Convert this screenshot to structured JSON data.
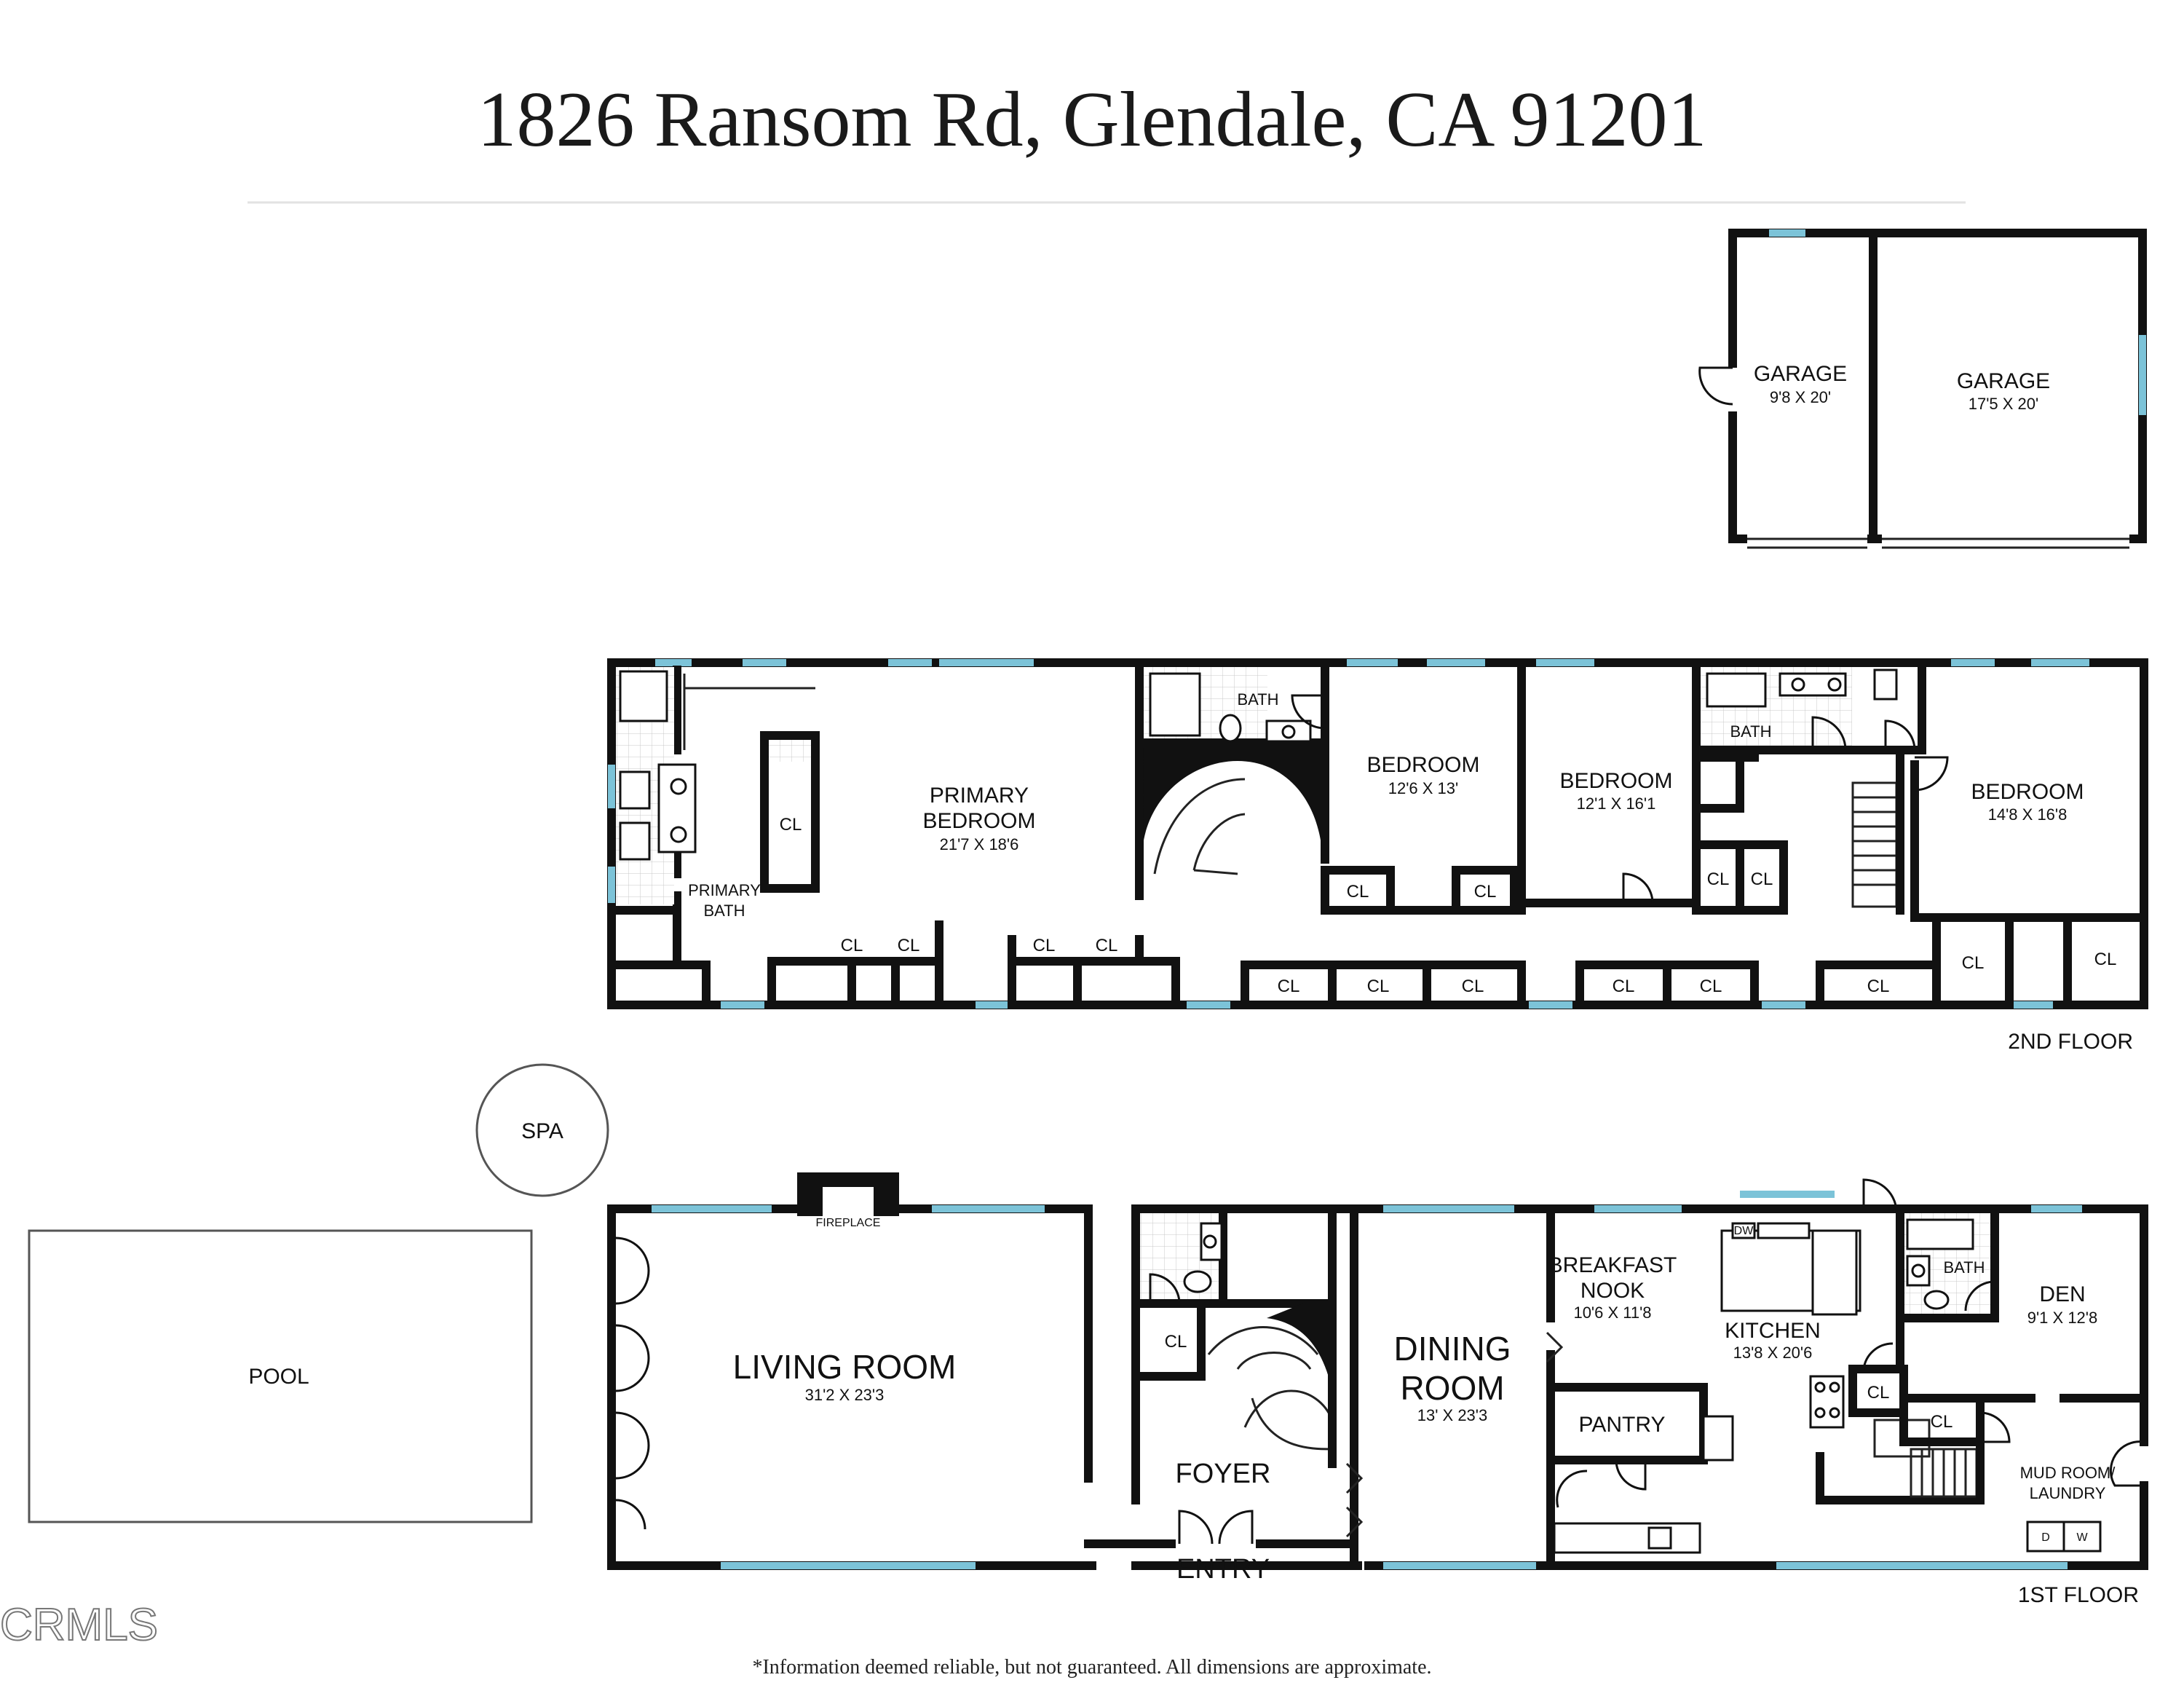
{
  "title": "1826 Ransom Rd, Glendale, CA 91201",
  "disclaimer": "*Information deemed reliable, but not guaranteed. All dimensions are approximate.",
  "logo": "CRMLS",
  "colors": {
    "walls": "#111111",
    "windows": "#7cc3d8",
    "background": "#ffffff"
  },
  "garage": {
    "left": {
      "name": "GARAGE",
      "dims": "9'8 X 20'"
    },
    "right": {
      "name": "GARAGE",
      "dims": "17'5 X 20'"
    }
  },
  "floor2": {
    "label": "2ND FLOOR",
    "primary_bedroom": {
      "line1": "PRIMARY",
      "line2": "BEDROOM",
      "dims": "21'7 X 18'6"
    },
    "primary_bath": {
      "line1": "PRIMARY",
      "line2": "BATH"
    },
    "bath_a": "BATH",
    "bath_b": "BATH",
    "bedroom_1": {
      "name": "BEDROOM",
      "dims": "12'6 X 13'"
    },
    "bedroom_2": {
      "name": "BEDROOM",
      "dims": "12'1 X 16'1"
    },
    "bedroom_3": {
      "name": "BEDROOM",
      "dims": "14'8 X 16'8"
    },
    "closet_label": "CL"
  },
  "floor1": {
    "label": "1ST FLOOR",
    "living_room": {
      "name": "LIVING ROOM",
      "dims": "31'2 X 23'3"
    },
    "fireplace": "FIREPLACE",
    "foyer": "FOYER",
    "entry": "ENTRY",
    "dining_room": {
      "line1": "DINING",
      "line2": "ROOM",
      "dims": "13' X 23'3"
    },
    "breakfast_nook": {
      "line1": "BREAKFAST",
      "line2": "NOOK",
      "dims": "10'6 X 11'8"
    },
    "kitchen": {
      "name": "KITCHEN",
      "dims": "13'8 X 20'6"
    },
    "pantry": "PANTRY",
    "bath": "BATH",
    "den": {
      "name": "DEN",
      "dims": "9'1 X 12'8"
    },
    "mud_room": {
      "line1": "MUD ROOM/",
      "line2": "LAUNDRY"
    },
    "dishwasher": "DW",
    "dryer": "D",
    "washer": "W",
    "closet_label": "CL"
  },
  "outdoor": {
    "pool": "POOL",
    "spa": "SPA"
  }
}
